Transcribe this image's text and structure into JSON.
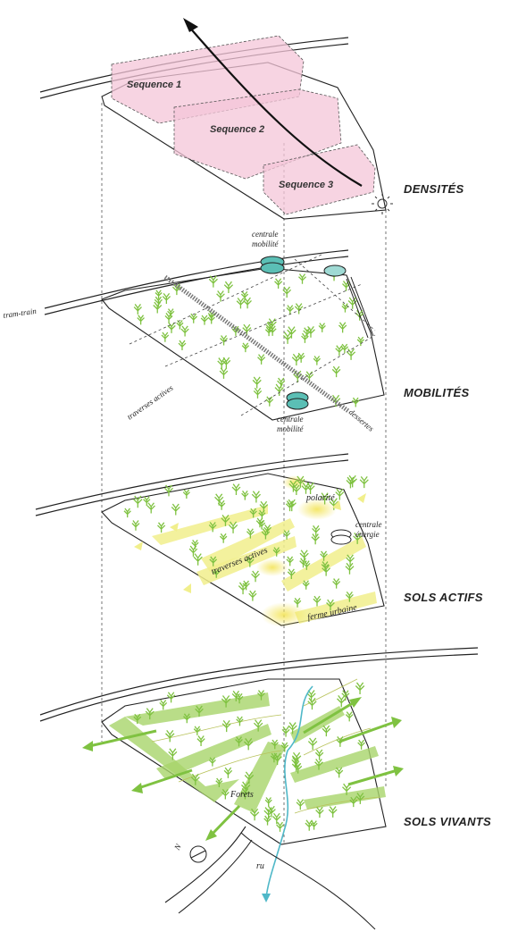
{
  "layers": [
    {
      "title": "DENSITÉS"
    },
    {
      "title": "MOBILITÉS"
    },
    {
      "title": "SOLS ACTIFS"
    },
    {
      "title": "SOLS VIVANTS"
    }
  ],
  "densites": {
    "sequences": [
      "Sequence 1",
      "Sequence 2",
      "Sequence 3"
    ],
    "sequence_color": "#f4c6d8"
  },
  "mobilites": {
    "centrale_top": [
      "centrale",
      "mobilité"
    ],
    "centrale_bottom": [
      "centrale",
      "mobilité"
    ],
    "tram_train": "tram-train",
    "traverses_actives": "traverses actives",
    "dessertes": "dessertes",
    "station_color": "#5bbfb5"
  },
  "sols_actifs": {
    "polarite": "polarité",
    "centrale_energie": [
      "centrale",
      "énergie"
    ],
    "traverses_actives": "traverses actives",
    "ferme_urbaine": "ferme urbaine",
    "highlight_color": "#f1ef8c"
  },
  "sols_vivants": {
    "forets": "Forets",
    "ru": "ru",
    "north": "N",
    "forest_color": "#a8d56a",
    "water_color": "#4fb8c8"
  },
  "tree_color": "#7fc241"
}
